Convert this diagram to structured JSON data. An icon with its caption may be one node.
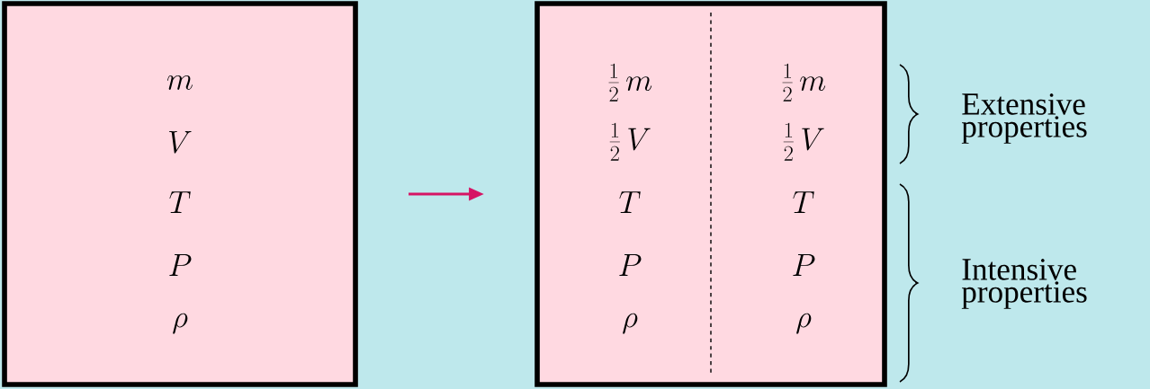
{
  "diagram": {
    "nodes": [
      {
        "text": [
          "m",
          "V",
          "T",
          "P",
          "\\rho"
        ]
      },
      {
        "text": [],
        "shape": "box"
      },
      {
        "text": [
          "\\frac{1}{2}\\, m",
          "\\frac{1}{2}\\, V",
          "T",
          "P",
          "\\rho"
        ],
        "in": 1
      },
      {
        "text": [
          "\\frac{1}{2}\\, m",
          "\\frac{1}{2}\\, V",
          "T",
          "P",
          "\\rho"
        ],
        "in": 1
      }
    ],
    "edges": [
      {
        "from": 0,
        "to": 1,
        "arrow": "to"
      }
    ],
    "labels": [
      "Extensive properties",
      "Intensive properties"
    ]
  }
}
